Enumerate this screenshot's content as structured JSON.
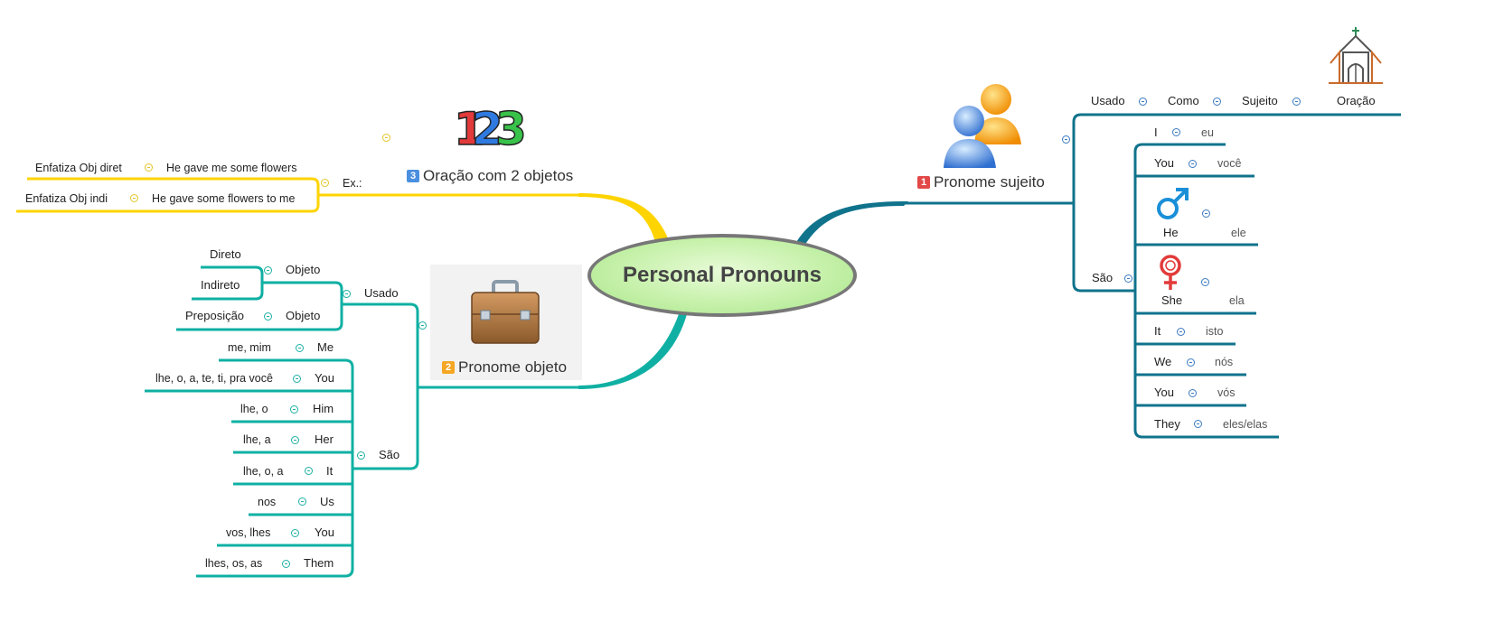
{
  "central": "Personal Pronouns",
  "colors": {
    "yellow": "#fed400",
    "teal": "#0fb0a3",
    "blue": "#10738c",
    "red_badge": "#e34848",
    "orange_badge": "#f5a623",
    "blue_badge": "#4a8fe0"
  },
  "icons": {
    "subject": "users-icon",
    "object": "briefcase-icon",
    "two_objects": "numbers-123-icon",
    "church": "church-icon",
    "male": "male-symbol-icon",
    "female": "female-symbol-icon"
  },
  "subject_branch": {
    "badge": "1",
    "title": "Pronome sujeito",
    "usado": {
      "label": "Usado",
      "chain": [
        "Como",
        "Sujeito",
        "Oração"
      ]
    },
    "sao": {
      "label": "São",
      "items": [
        {
          "en": "I",
          "pt": "eu"
        },
        {
          "en": "You",
          "pt": "você"
        },
        {
          "en": "He",
          "pt": "ele"
        },
        {
          "en": "She",
          "pt": "ela"
        },
        {
          "en": "It",
          "pt": "isto"
        },
        {
          "en": "We",
          "pt": "nós"
        },
        {
          "en": "You",
          "pt": "vós"
        },
        {
          "en": "They",
          "pt": "eles/elas"
        }
      ]
    }
  },
  "object_branch": {
    "badge": "2",
    "title": "Pronome objeto",
    "usado": {
      "label": "Usado",
      "objeto_label": "Objeto",
      "objeto_children": [
        "Direto",
        "Indireto"
      ],
      "objeto2_label": "Objeto",
      "objeto2_child": "Preposição"
    },
    "sao": {
      "label": "São",
      "items": [
        {
          "en": "Me",
          "pt": "me, mim"
        },
        {
          "en": "You",
          "pt": "lhe, o, a, te, ti, pra você"
        },
        {
          "en": "Him",
          "pt": "lhe, o"
        },
        {
          "en": "Her",
          "pt": "lhe, a"
        },
        {
          "en": "It",
          "pt": "lhe, o, a"
        },
        {
          "en": "Us",
          "pt": "nos"
        },
        {
          "en": "You",
          "pt": "vos, lhes"
        },
        {
          "en": "Them",
          "pt": "lhes, os, as"
        }
      ]
    }
  },
  "two_objects_branch": {
    "badge": "3",
    "title": "Oração com 2 objetos",
    "ex_label": "Ex.:",
    "examples": [
      {
        "sentence": "He gave me some flowers",
        "note": "Enfatiza Obj diret"
      },
      {
        "sentence": "He gave some flowers to me",
        "note": "Enfatiza Obj indi"
      }
    ]
  }
}
